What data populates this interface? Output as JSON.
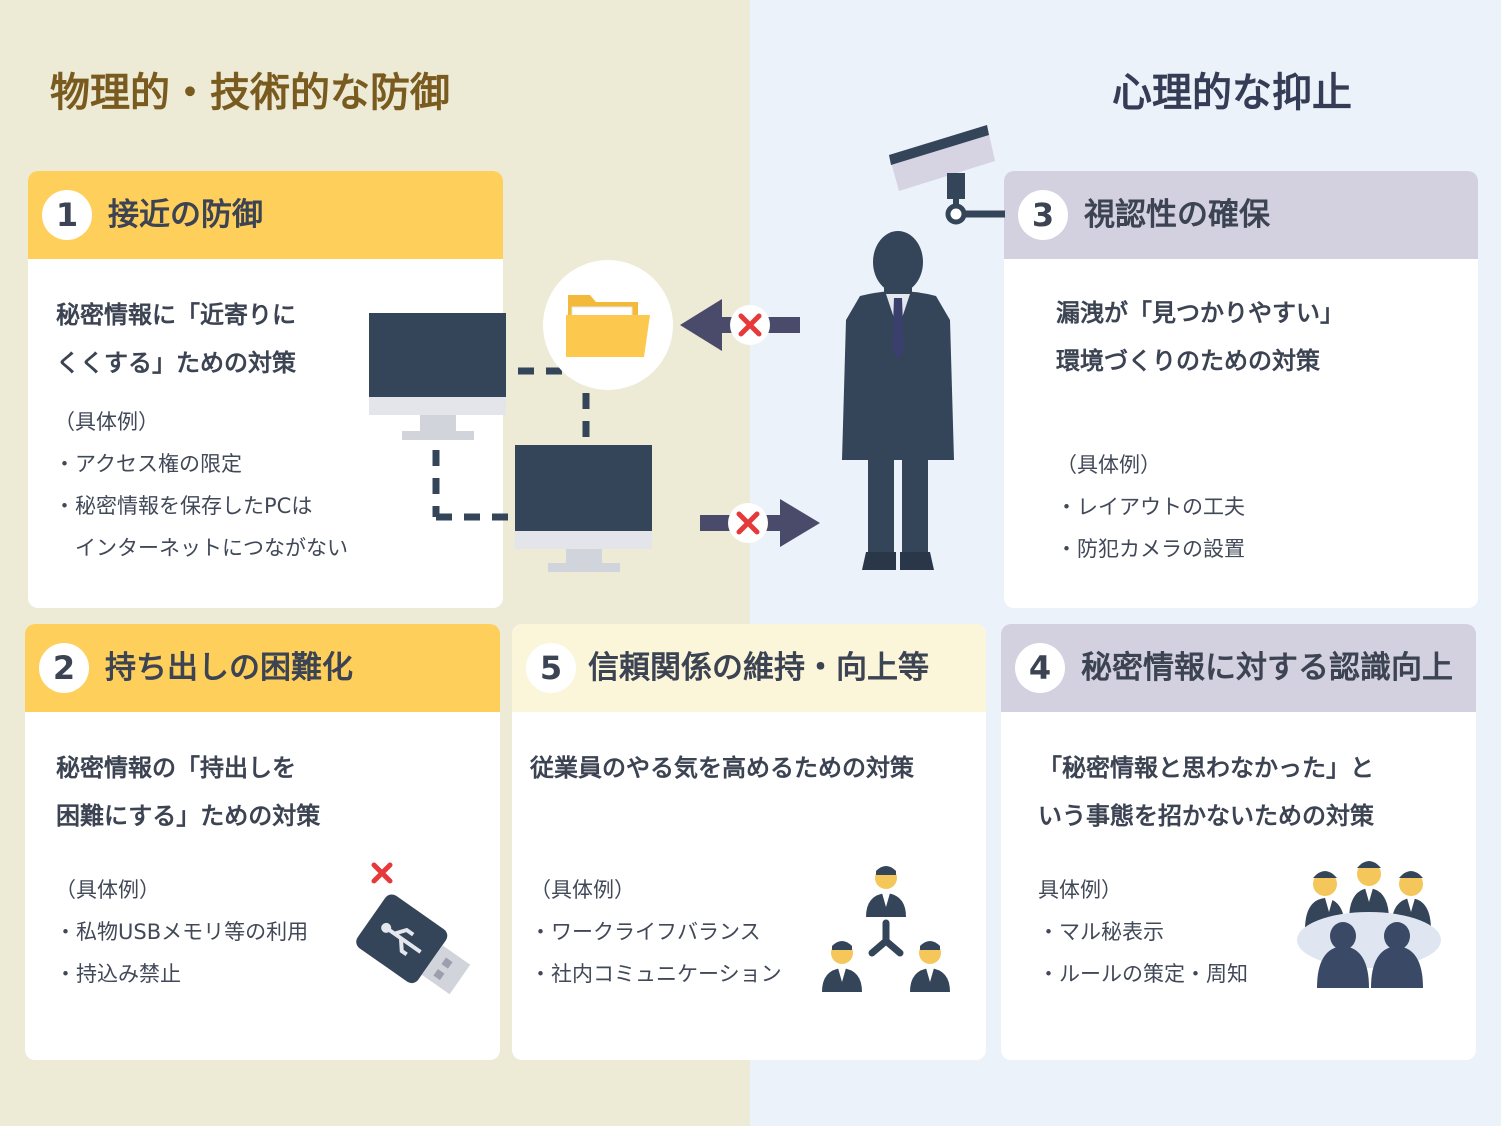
{
  "left_title": "物理的・技術的な防御",
  "right_title": "心理的な抑止",
  "colors": {
    "left_bg": "#edead6",
    "right_bg": "#ecf2fa",
    "yellow_header": "#ffcf5c",
    "cream_header": "#fbf5d9",
    "purple_header": "#d3d0e0",
    "navy": "#344459",
    "arrow": "#4a4a6a",
    "cross": "#e63a3a"
  },
  "cards": {
    "c1": {
      "number": "1",
      "title": "接近の防御",
      "lead": [
        "秘密情報に「近寄りに",
        "くくする」ための対策"
      ],
      "examples": [
        "（具体例）",
        "・アクセス権の限定",
        "・秘密情報を保存したPCは",
        "　インターネットにつながない"
      ]
    },
    "c2": {
      "number": "2",
      "title": "持ち出しの困難化",
      "lead": [
        "秘密情報の「持出しを",
        "困難にする」ための対策"
      ],
      "examples": [
        "（具体例）",
        "・私物USBメモリ等の利用",
        "・持込み禁止"
      ]
    },
    "c3": {
      "number": "3",
      "title": "視認性の確保",
      "lead": [
        "漏洩が「見つかりやすい」",
        "環境づくりのための対策"
      ],
      "examples": [
        "（具体例）",
        "・レイアウトの工夫",
        "・防犯カメラの設置"
      ]
    },
    "c4": {
      "number": "4",
      "title": "秘密情報に対する認識向上",
      "lead": [
        "「秘密情報と思わなかった」と",
        "いう事態を招かないための対策"
      ],
      "examples": [
        "具体例）",
        "・マル秘表示",
        "・ルールの策定・周知"
      ]
    },
    "c5": {
      "number": "5",
      "title": "信頼関係の維持・向上等",
      "lead": [
        "従業員のやる気を高めるための対策"
      ],
      "examples": [
        "（具体例）",
        "・ワークライフバランス",
        "・社内コミュニケーション"
      ]
    }
  },
  "icons": {
    "computers": "desktop-computer-icon",
    "folder": "folder-icon",
    "person": "businessman-silhouette-icon",
    "camera": "security-camera-icon",
    "usb": "usb-drive-icon",
    "team": "team-network-icon",
    "meeting": "meeting-group-icon",
    "blocked_arrow": "blocked-arrow-icon"
  }
}
